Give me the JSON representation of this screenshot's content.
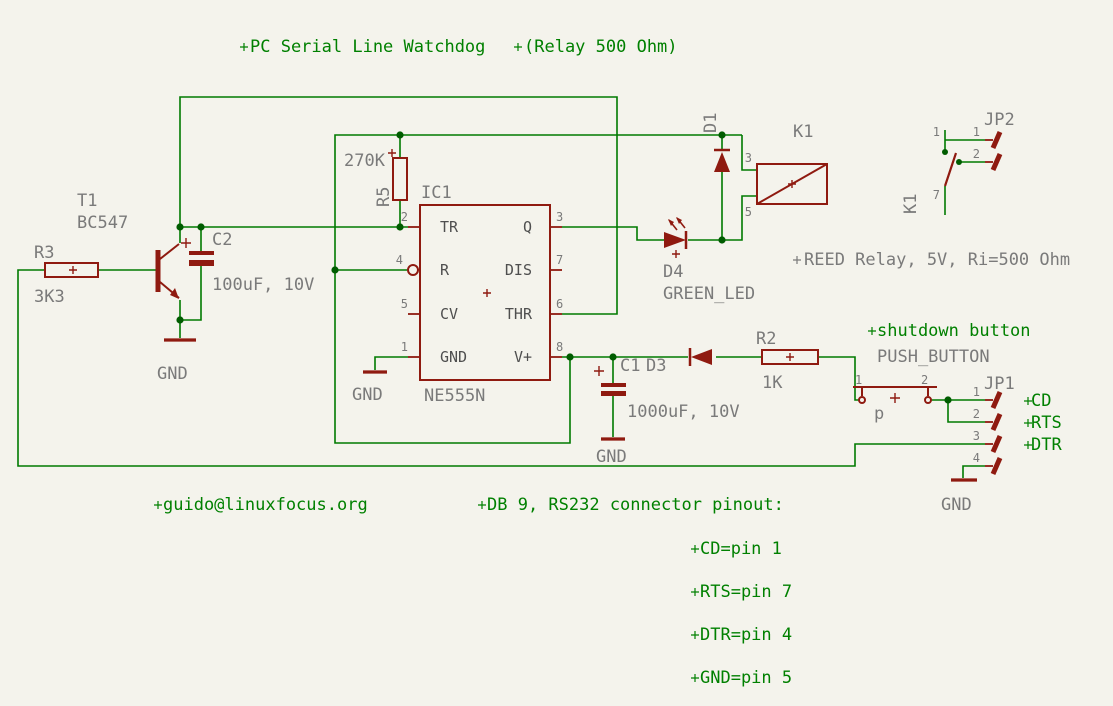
{
  "colors": {
    "wire": "#007a00",
    "component": "#8f1a10",
    "junction": "#005c00",
    "label": "#7a7a7a",
    "pin_text": "#4f4f4f",
    "text_green": "#008000",
    "background": "#f4f3ec"
  },
  "title": {
    "main": "PC Serial Line Watchdog",
    "sub": "(Relay 500 Ohm)"
  },
  "gnd_label": "GND",
  "nets": {
    "cd": "CD",
    "rts": "RTS",
    "dtr": "DTR"
  },
  "annotations": {
    "shutdown_button": "shutdown button",
    "reed_relay": "REED Relay, 5V, Ri=500 Ohm",
    "email": "guido@linuxfocus.org",
    "pinout_heading": "DB 9, RS232 connector pinout:",
    "pinout": [
      "CD=pin 1",
      "RTS=pin 7",
      "DTR=pin 4",
      "GND=pin 5"
    ]
  },
  "components": {
    "t1": {
      "name": "T1",
      "value": "BC547"
    },
    "r3": {
      "name": "R3",
      "value": "3K3"
    },
    "c2": {
      "name": "C2",
      "value": "100uF, 10V"
    },
    "r5": {
      "name": "R5",
      "value": "270K"
    },
    "ic1": {
      "name": "IC1",
      "value": "NE555N",
      "left_pins": [
        {
          "num": "2",
          "name": "TR"
        },
        {
          "num": "4",
          "name": "R"
        },
        {
          "num": "5",
          "name": "CV"
        },
        {
          "num": "1",
          "name": "GND"
        }
      ],
      "right_pins": [
        {
          "num": "3",
          "name": "Q"
        },
        {
          "num": "7",
          "name": "DIS"
        },
        {
          "num": "6",
          "name": "THR"
        },
        {
          "num": "8",
          "name": "V+"
        }
      ]
    },
    "c1": {
      "name": "C1",
      "value": "1000uF, 10V"
    },
    "d1": {
      "name": "D1"
    },
    "d3": {
      "name": "D3"
    },
    "d4": {
      "name": "D4",
      "value": "GREEN_LED"
    },
    "r2": {
      "name": "R2",
      "value": "1K"
    },
    "k1_coil": {
      "name": "K1",
      "pins": [
        "3",
        "5"
      ]
    },
    "k1_contact": {
      "name": "K1",
      "pins": [
        "1",
        "7"
      ]
    },
    "s1": {
      "name": "p",
      "value": "PUSH_BUTTON",
      "pins": [
        "1",
        "2"
      ]
    },
    "jp1": {
      "name": "JP1",
      "pins": [
        "1",
        "2",
        "3",
        "4"
      ]
    },
    "jp2": {
      "name": "JP2",
      "pins": [
        "1",
        "2"
      ]
    }
  }
}
